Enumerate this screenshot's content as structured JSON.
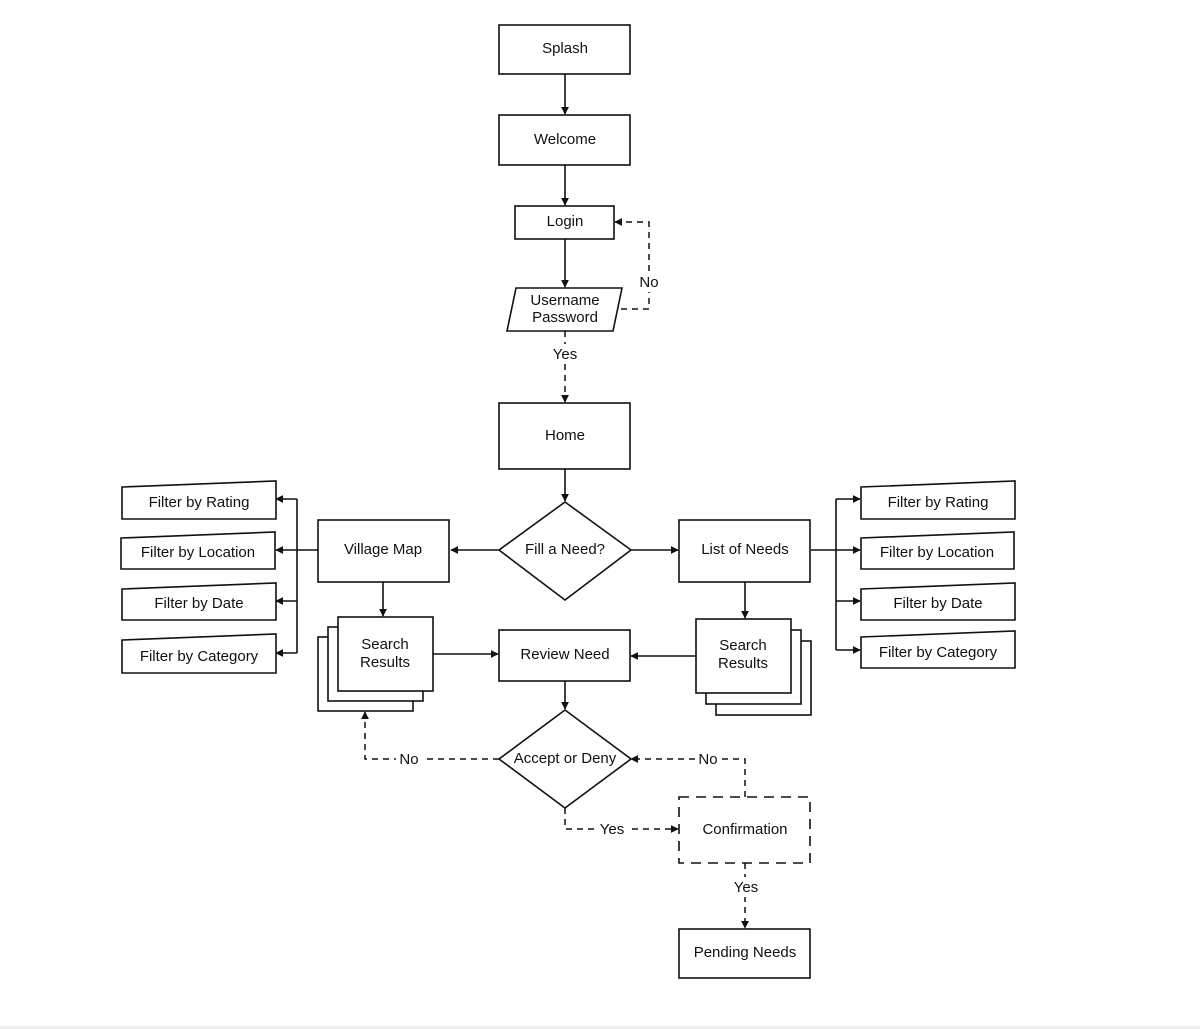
{
  "nodes": {
    "splash": "Splash",
    "welcome": "Welcome",
    "login": "Login",
    "credentials": [
      "Username",
      "Password"
    ],
    "home": "Home",
    "fill_need": "Fill a Need?",
    "village_map": "Village Map",
    "list_of_needs": "List of Needs",
    "search_results_left": [
      "Search",
      "Results"
    ],
    "search_results_right": [
      "Search",
      "Results"
    ],
    "review_need": "Review Need",
    "accept_deny": "Accept or Deny",
    "confirmation": "Confirmation",
    "pending_needs": "Pending Needs"
  },
  "left_filters": [
    "Filter by Rating",
    "Filter by Location",
    "Filter by Date",
    "Filter by Category"
  ],
  "right_filters": [
    "Filter by Rating",
    "Filter by Location",
    "Filter by Date",
    "Filter by Category"
  ],
  "edge_labels": {
    "login_no": "No",
    "login_yes": "Yes",
    "deny_no_left": "No",
    "deny_no_right": "No",
    "accept_yes": "Yes",
    "confirm_yes": "Yes"
  }
}
